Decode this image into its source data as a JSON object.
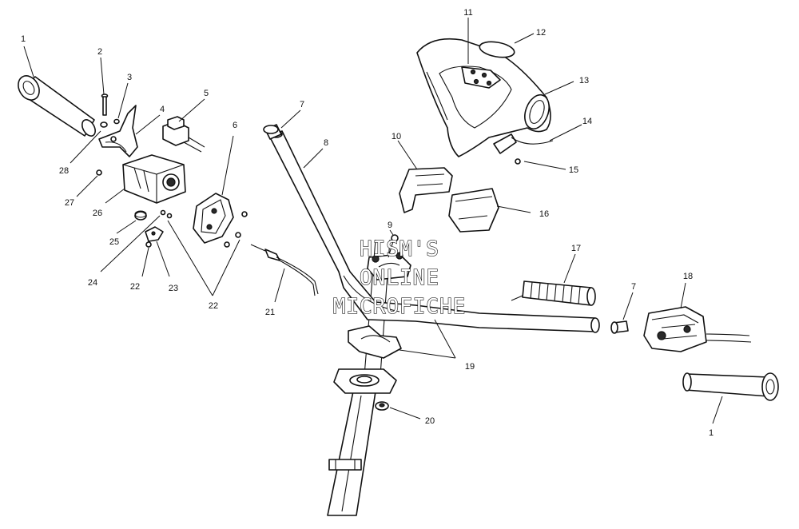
{
  "callouts": [
    {
      "id": "1a",
      "text": "1"
    },
    {
      "id": "2",
      "text": "2"
    },
    {
      "id": "3",
      "text": "3"
    },
    {
      "id": "4",
      "text": "4"
    },
    {
      "id": "5",
      "text": "5"
    },
    {
      "id": "6",
      "text": "6"
    },
    {
      "id": "7a",
      "text": "7"
    },
    {
      "id": "8",
      "text": "8"
    },
    {
      "id": "9",
      "text": "9"
    },
    {
      "id": "10",
      "text": "10"
    },
    {
      "id": "11",
      "text": "11"
    },
    {
      "id": "12",
      "text": "12"
    },
    {
      "id": "13",
      "text": "13"
    },
    {
      "id": "14",
      "text": "14"
    },
    {
      "id": "15",
      "text": "15"
    },
    {
      "id": "16",
      "text": "16"
    },
    {
      "id": "17",
      "text": "17"
    },
    {
      "id": "7b",
      "text": "7"
    },
    {
      "id": "18",
      "text": "18"
    },
    {
      "id": "19",
      "text": "19"
    },
    {
      "id": "20",
      "text": "20"
    },
    {
      "id": "1b",
      "text": "1"
    },
    {
      "id": "21",
      "text": "21"
    },
    {
      "id": "22a",
      "text": "22"
    },
    {
      "id": "22b",
      "text": "22"
    },
    {
      "id": "23",
      "text": "23"
    },
    {
      "id": "24",
      "text": "24"
    },
    {
      "id": "25",
      "text": "25"
    },
    {
      "id": "26",
      "text": "26"
    },
    {
      "id": "27",
      "text": "27"
    },
    {
      "id": "28",
      "text": "28"
    }
  ],
  "watermark": {
    "line1": "HISM'S",
    "line2": "ONLINE",
    "line3": "MICROFICHE"
  }
}
